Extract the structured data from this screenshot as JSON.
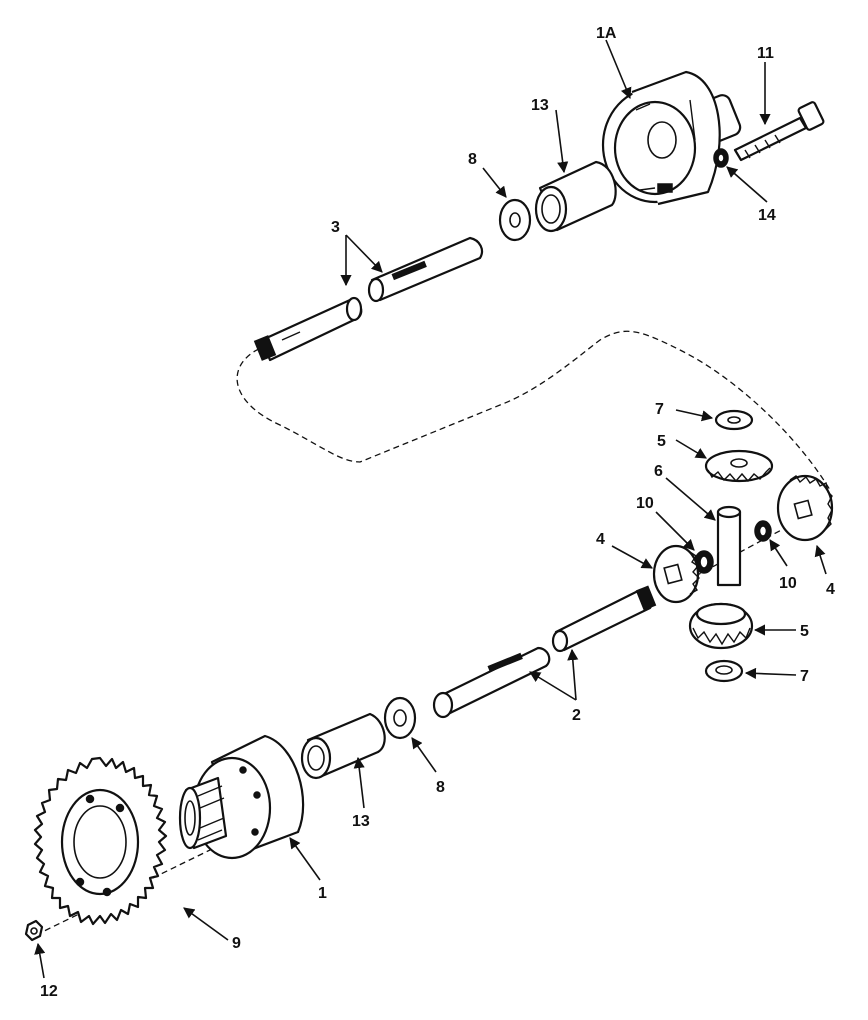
{
  "callouts": {
    "c1A": "1A",
    "c11": "11",
    "c13_top": "13",
    "c8_top": "8",
    "c14": "14",
    "c3": "3",
    "c7_top": "7",
    "c5_top": "5",
    "c6": "6",
    "c10_left": "10",
    "c4_left": "4",
    "c10_right": "10",
    "c4_right": "4",
    "c5_bottom": "5",
    "c7_bottom": "7",
    "c2": "2",
    "c8_bottom": "8",
    "c13_bottom": "13",
    "c1": "1",
    "c9": "9",
    "c12": "12"
  }
}
